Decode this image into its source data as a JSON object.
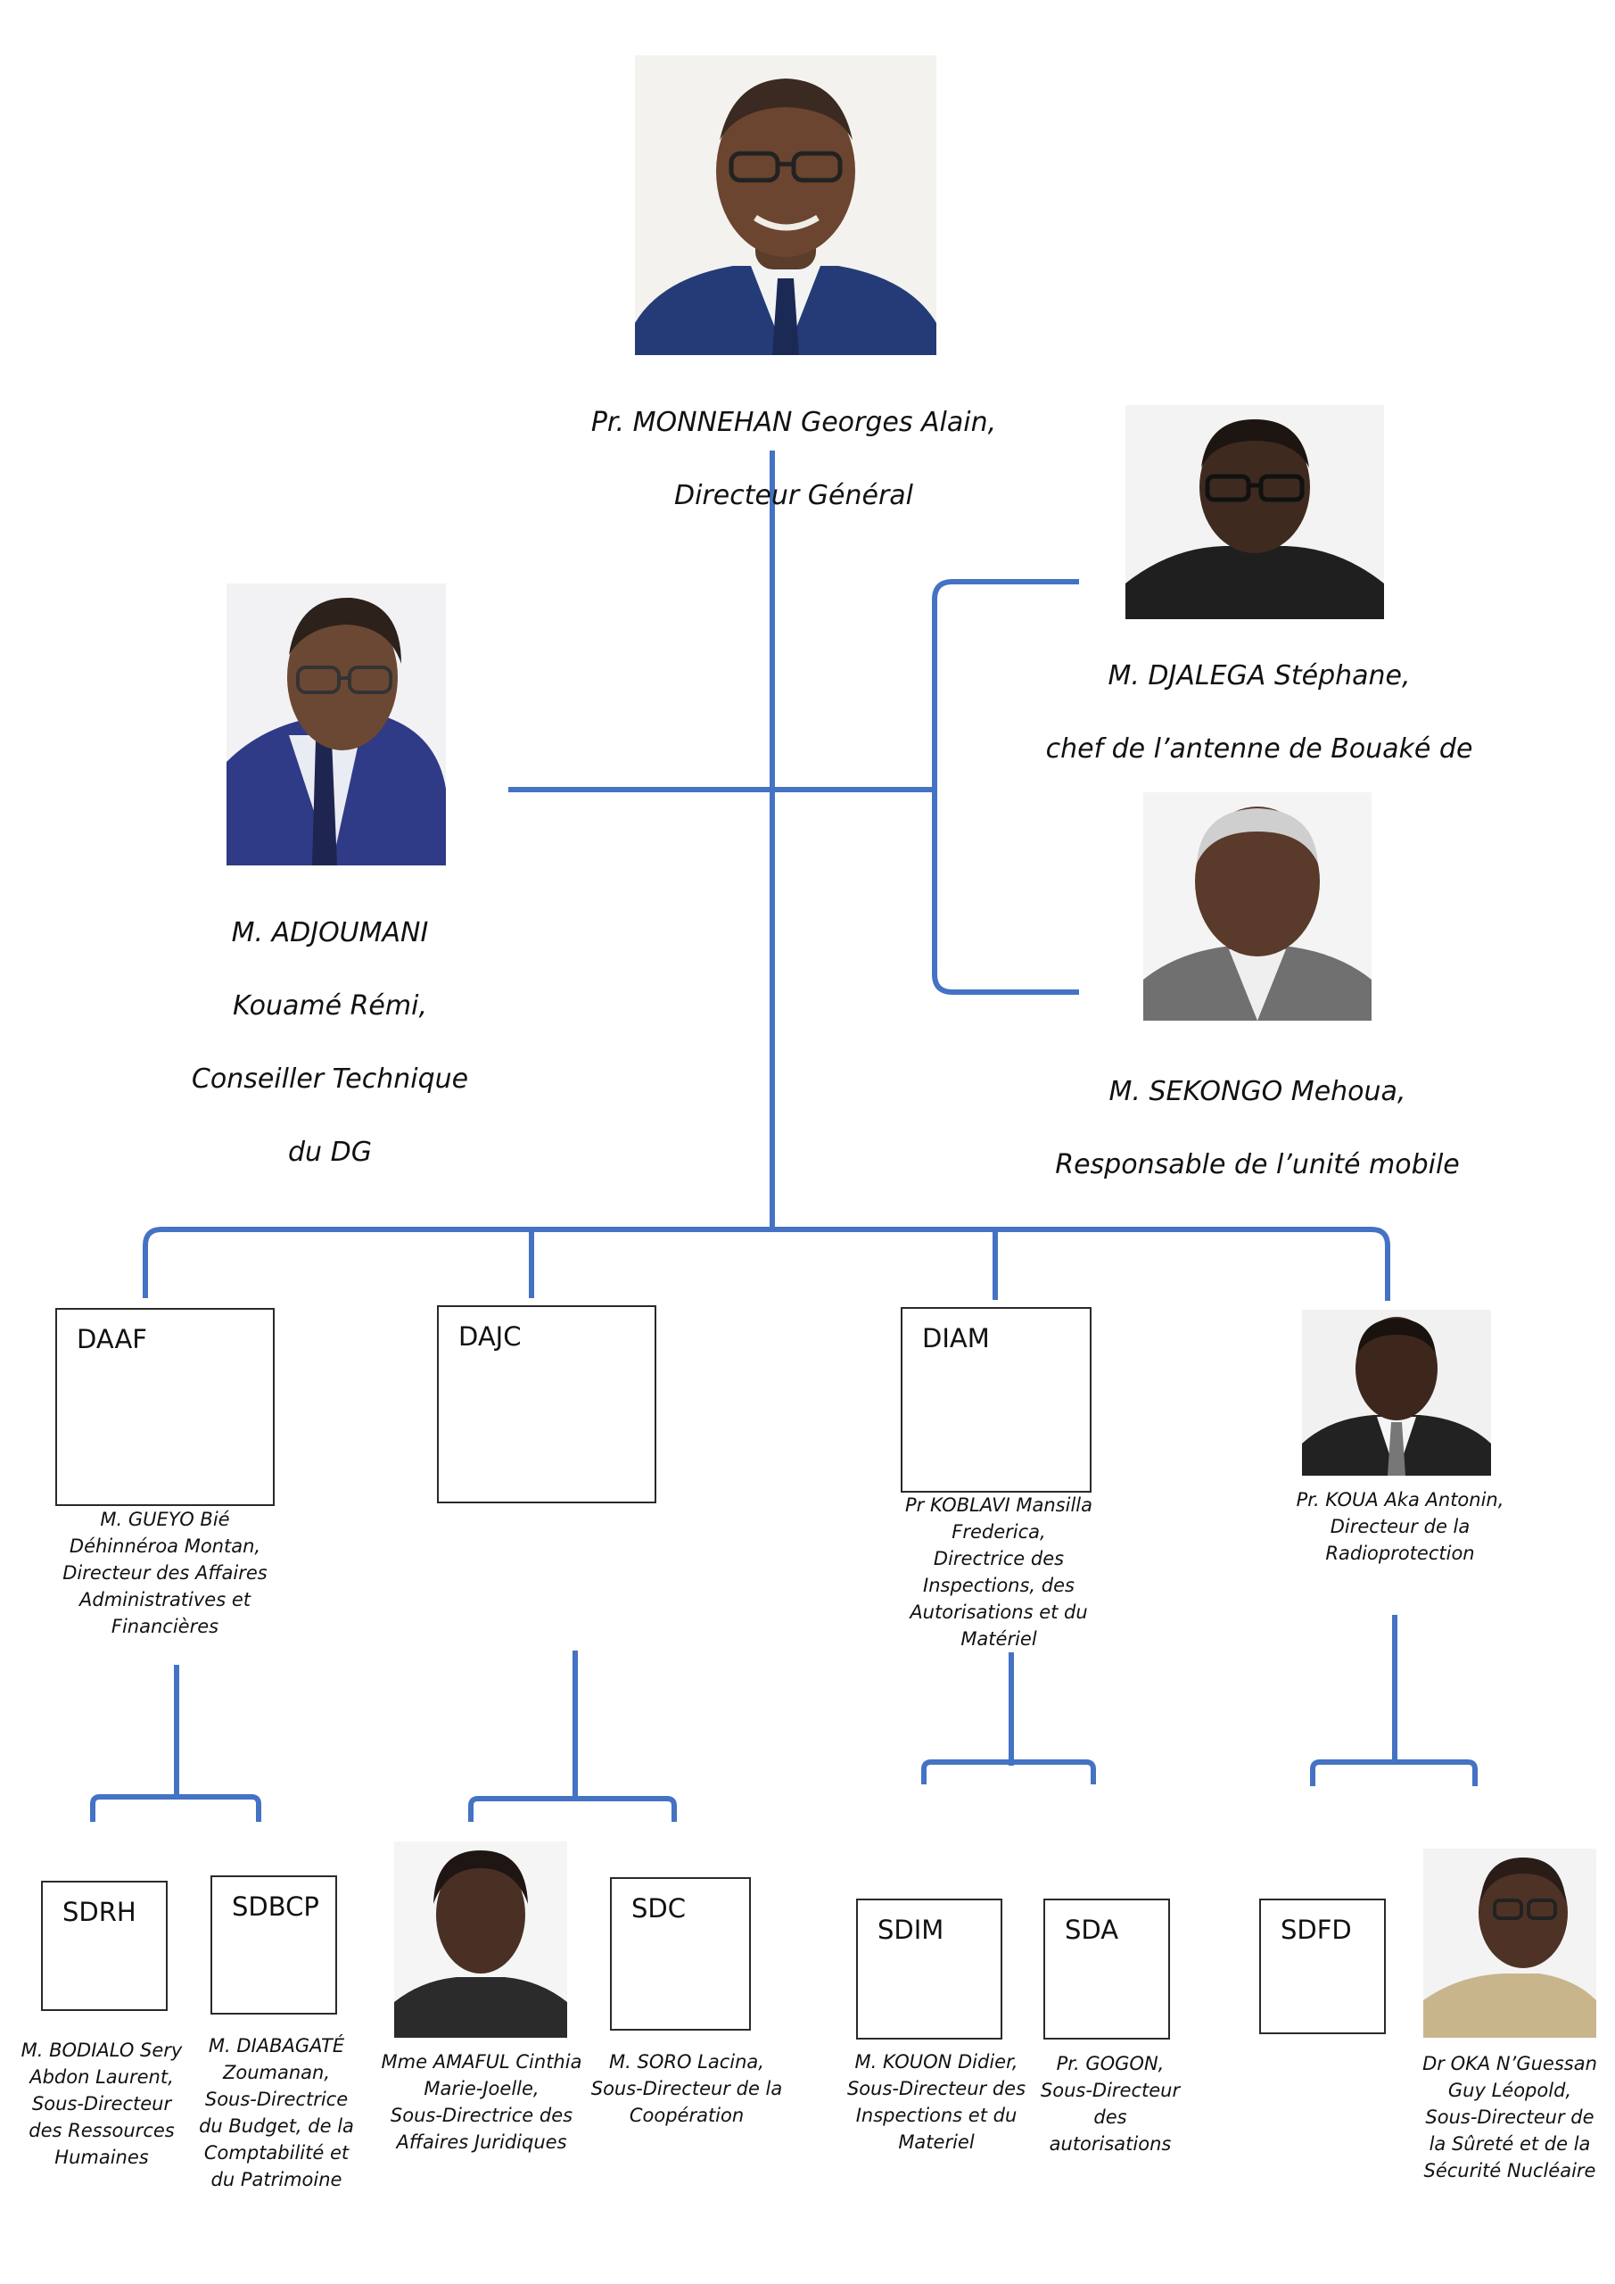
{
  "line_color": "#4472c4",
  "box_border_color": "#2a2a2a",
  "director_general": {
    "name": "Pr. MONNEHAN Georges Alain,",
    "title": "Directeur Général",
    "icon": "person-photo"
  },
  "technical_advisor": {
    "name": "M. ADJOUMANI",
    "name2": "Kouamé Rémi,",
    "title": "Conseiller Technique",
    "title2": "du DG"
  },
  "bouake_antenna": {
    "name": "M. DJALEGA Stéphane,",
    "title": "chef de l’antenne de Bouaké de",
    "title2": "l’ARSN"
  },
  "mobile_unit": {
    "name": "M. SEKONGO Mehoua,",
    "title": "Responsable de l’unité mobile"
  },
  "directorates": [
    {
      "code": "DAAF",
      "caption": "M. GUEYO Bié\nDéhinnéroa Montan,\nDirecteur des Affaires\nAdministratives et\nFinancières"
    },
    {
      "code": "DAJC",
      "caption": ""
    },
    {
      "code": "DIAM",
      "caption": "Pr KOBLAVI Mansilla\nFrederica,\nDirectrice des\nInspections, des\nAutorisations et du\nMatériel"
    },
    {
      "code": "",
      "caption": "Pr. KOUA Aka Antonin,\nDirecteur de la\nRadioprotection"
    }
  ],
  "subdirectorates": [
    {
      "code": "SDRH",
      "caption": "M. BODIALO Sery\nAbdon Laurent,\nSous-Directeur\ndes Ressources\nHumaines"
    },
    {
      "code": "SDBCP",
      "caption": "M. DIABAGATÉ\nZoumanan,\nSous-Directrice\ndu Budget, de la\nComptabilité et\ndu Patrimoine"
    },
    {
      "code": "",
      "caption": "Mme AMAFUL Cinthia\nMarie-Joelle,\nSous-Directrice des\nAffaires Juridiques"
    },
    {
      "code": "SDC",
      "caption": "M. SORO Lacina,\nSous-Directeur de la\nCoopération"
    },
    {
      "code": "SDIM",
      "caption": "M. KOUON Didier,\nSous-Directeur des\nInspections et du\nMateriel"
    },
    {
      "code": "SDA",
      "caption": "Pr. GOGON,\nSous-Directeur\ndes\nautorisations"
    },
    {
      "code": "SDFD",
      "caption": ""
    },
    {
      "code": "",
      "caption": "Dr OKA N’Guessan\nGuy Léopold,\nSous-Directeur de\nla Sûreté et de la\nSécurité Nucléaire"
    }
  ]
}
